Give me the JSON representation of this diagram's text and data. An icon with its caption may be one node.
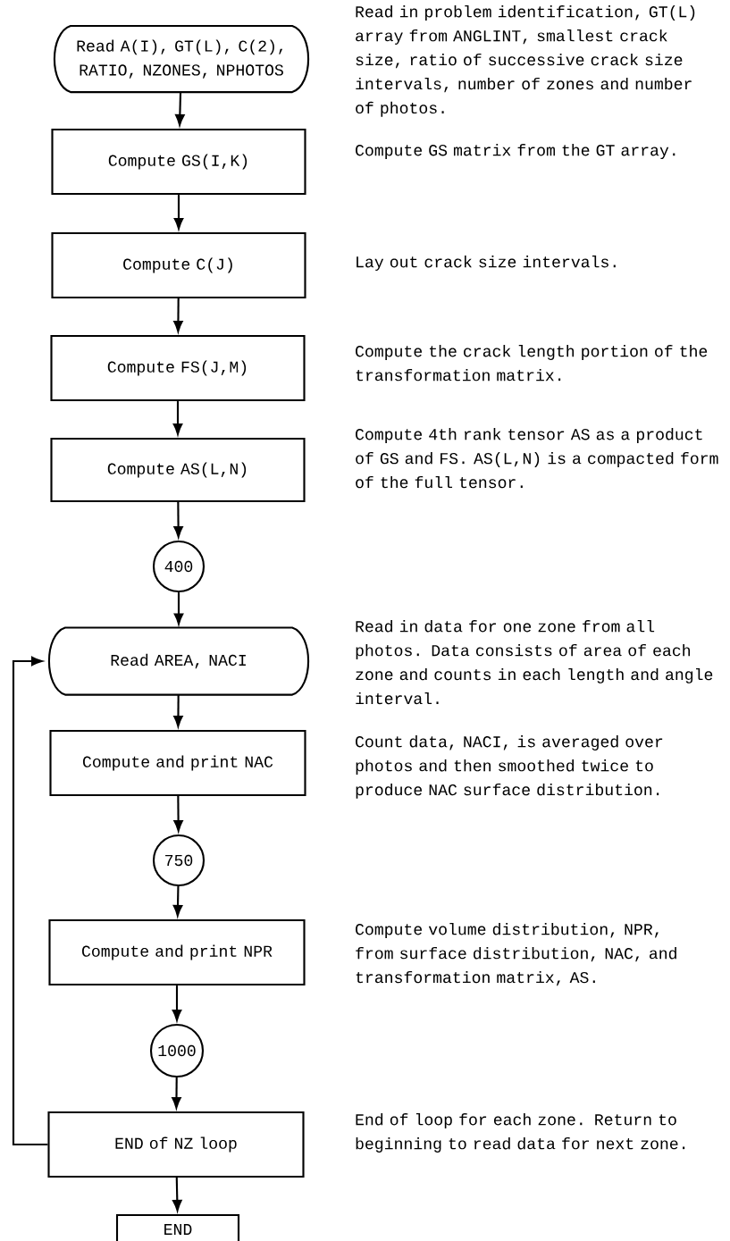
{
  "diagram": {
    "nodes": [
      {
        "text": [
          "Read A(I), GT(L), C(2), RATIO, NZONES, NPHOTOS"
        ],
        "beside": [
          "Read in problem identification, GT(L) array from ANGLINT, smallest crack size, ratio of successive crack size intervals, number of zones and number of photos."
        ]
      },
      {
        "text": [
          "Compute GS(I,K)"
        ],
        "beside": [
          "Compute GS matrix from the GT array."
        ]
      },
      {
        "text": [
          "Compute C(J)"
        ],
        "beside": [
          "Lay out crack size intervals."
        ]
      },
      {
        "text": [
          "Compute FS(J,M)"
        ],
        "beside": [
          "Compute the crack length portion of the transformation matrix."
        ]
      },
      {
        "text": [
          "Compute AS(L,N)"
        ],
        "beside": [
          "Compute 4th rank tensor AS as a product of GS and FS.  AS(L,N) is a compacted form of the full tensor."
        ]
      },
      {
        "text": [
          "400"
        ]
      },
      {
        "text": [
          "Read AREA, NACI"
        ],
        "beside": [
          "Read in data for one zone from all photos.  Data consists of area of each zone and counts in each length and angle interval."
        ]
      },
      {
        "text": [
          "Compute and print NAC"
        ],
        "beside": [
          "Count data, NACI, is averaged over photos and then smoothed twice to produce NAC surface distribution."
        ]
      },
      {
        "text": [
          "750"
        ]
      },
      {
        "text": [
          "Compute and print NPR"
        ],
        "beside": [
          "Compute volume distribution, NPR, from surface distribution, NAC, and transformation matrix, AS."
        ]
      },
      {
        "text": [
          "1000"
        ]
      },
      {
        "text": [
          "END of NZ loop"
        ],
        "beside": [
          "End of loop for each zone.  Return to beginning to read data for next zone."
        ]
      },
      {
        "text": [
          "END"
        ]
      }
    ],
    "edges": [
      {
        "from": 0,
        "to": 1,
        "arrow": "to"
      },
      {
        "from": 1,
        "to": 2,
        "arrow": "to"
      },
      {
        "from": 2,
        "to": 3,
        "arrow": "to"
      },
      {
        "from": 3,
        "to": 4,
        "arrow": "to"
      },
      {
        "from": 4,
        "to": 5,
        "arrow": "to"
      },
      {
        "from": 5,
        "to": 6,
        "arrow": "to"
      },
      {
        "from": 6,
        "to": 7,
        "arrow": "to"
      },
      {
        "from": 7,
        "to": 8,
        "arrow": "to"
      },
      {
        "from": 8,
        "to": 9,
        "arrow": "to"
      },
      {
        "from": 9,
        "to": 10,
        "arrow": "to"
      },
      {
        "from": 10,
        "to": 11,
        "arrow": "to"
      },
      {
        "from": 11,
        "to": 6,
        "arrow": "to"
      },
      {
        "from": 11,
        "to": 12,
        "arrow": "to"
      }
    ]
  }
}
